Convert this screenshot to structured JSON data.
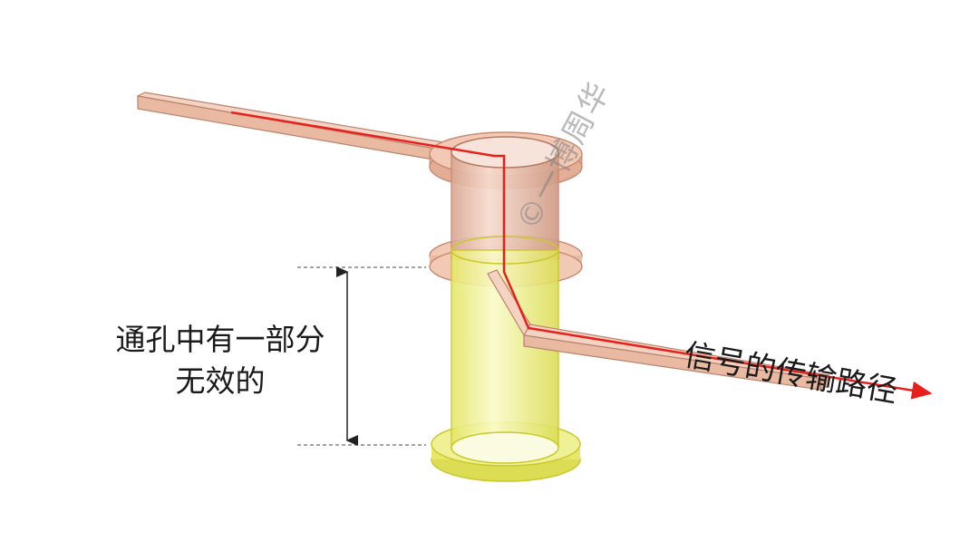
{
  "annotations": {
    "stub_label_line1": "通孔中有一部分",
    "stub_label_line2": "无效的",
    "path_label": "信号的传输路径",
    "watermark": "©一博周华"
  },
  "colors": {
    "copper_fill": "#f2c9b4",
    "copper_edge": "#c98c73",
    "stub_fill": "#eef07a",
    "stub_edge": "#c9c92a",
    "signal_path": "#e8201c",
    "dimension": "#222222"
  }
}
